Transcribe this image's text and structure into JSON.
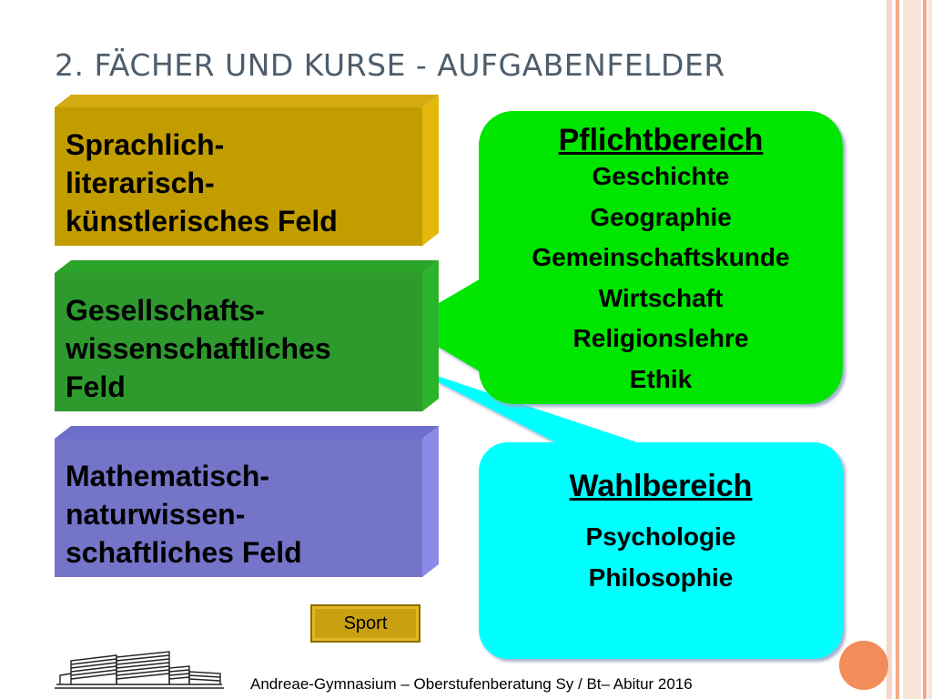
{
  "slide": {
    "title": "2. FÄCHER UND KURSE - AUFGABENFELDER",
    "fields": [
      {
        "lines": [
          "Sprachlich-",
          "literarisch-",
          "künstlerisches Feld"
        ]
      },
      {
        "lines": [
          "Gesellschafts-",
          "wissenschaftliches",
          "Feld"
        ]
      },
      {
        "lines": [
          "Mathematisch-",
          "naturwissen-",
          "schaftliches Feld"
        ]
      }
    ],
    "pflichtbereich": {
      "heading": "Pflichtbereich",
      "items": [
        "Geschichte",
        "Geographie",
        "Gemeinschaftskunde",
        "Wirtschaft",
        "Religionslehre",
        "Ethik"
      ]
    },
    "wahlbereich": {
      "heading": "Wahlbereich",
      "items": [
        "Psychologie",
        "Philosophie"
      ]
    },
    "sport_label": "Sport",
    "footer": "Andreae-Gymnasium – Oberstufenberatung Sy / Bt– Abitur 2016",
    "colors": {
      "field1": "#c29d00",
      "field2": "#2e9a2e",
      "field3": "#7474c8",
      "pflicht_bubble": "#00e600",
      "wahl_bubble": "#00ffff",
      "title_text": "#4e5d6c",
      "stripe_accent": "#f3a98c"
    },
    "icons": {
      "logo": "school-building-logo-icon",
      "corner": "orange-circle-icon"
    }
  }
}
